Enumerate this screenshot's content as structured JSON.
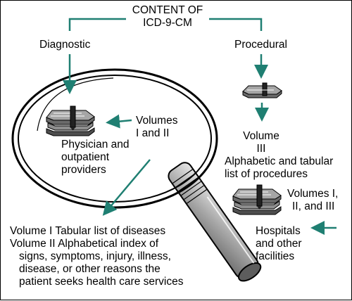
{
  "title": {
    "line1": "CONTENT OF",
    "line2": "ICD-9-CM"
  },
  "branches": {
    "diagnostic": "Diagnostic",
    "procedural": "Procedural"
  },
  "diagnostic_books": {
    "line1": "Volumes",
    "line2": "I and II"
  },
  "physician": {
    "line1": "Physician and",
    "line2": "outpatient",
    "line3": "providers"
  },
  "volume3": {
    "line1": "Volume",
    "line2": "III"
  },
  "procedures": {
    "line1": "Alphabetic and tabular",
    "line2": "list of procedures"
  },
  "all_volumes": {
    "line1": "Volumes I,",
    "line2": "II, and III"
  },
  "hospitals": {
    "line1": "Hospitals",
    "line2": "and other",
    "line3": "facilities"
  },
  "volume_desc": {
    "line1": "Volume I Tabular list of diseases",
    "line2": "Volume II Alphabetical index of",
    "line3": "signs, symptoms, injury, illness,",
    "line4": "disease, or other reasons the",
    "line5": "patient seeks health care services"
  },
  "colors": {
    "arrow": "#1f7f72",
    "ink": "#000000",
    "book": "#7d7d7d"
  },
  "icons": [
    "book-stack-icon",
    "single-book-icon",
    "magnifying-glass-icon"
  ]
}
